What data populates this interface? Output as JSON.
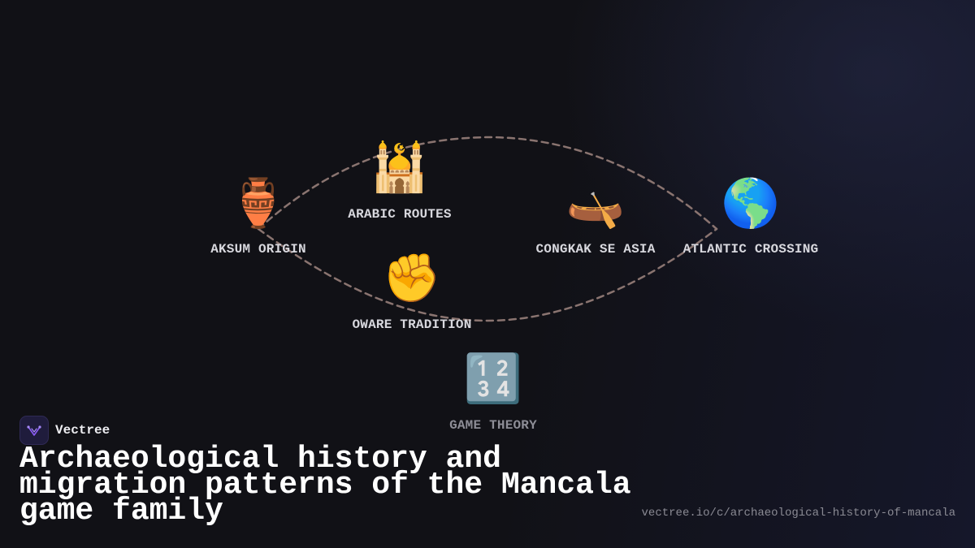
{
  "nodes": [
    {
      "id": "aksum-origin",
      "label": "AKSUM ORIGIN",
      "icon": "amphora-icon",
      "glyph": "🏺"
    },
    {
      "id": "arabic-routes",
      "label": "ARABIC ROUTES",
      "icon": "mosque-icon",
      "glyph": "🕌"
    },
    {
      "id": "oware-tradition",
      "label": "OWARE TRADITION",
      "icon": "raised-fist-icon",
      "glyph": "✊"
    },
    {
      "id": "congkak-se-asia",
      "label": "CONGKAK SE ASIA",
      "icon": "canoe-icon",
      "glyph": "🛶"
    },
    {
      "id": "atlantic-crossing",
      "label": "ATLANTIC CROSSING",
      "icon": "globe-americas-icon",
      "glyph": "🌎"
    },
    {
      "id": "game-theory",
      "label": "GAME THEORY",
      "icon": "numbers-1234-icon",
      "glyph": "🔢"
    }
  ],
  "brand": {
    "name": "Vectree",
    "logo": "vectree-logo-icon"
  },
  "title": "Archaeological history and migration patterns of the Mancala game family",
  "url": "vectree.io/c/archaeological-history-of-mancala",
  "colors": {
    "background": "#111116",
    "path": "#8a7470",
    "label": "#d8d8de",
    "accent": "#8b5cf6"
  }
}
